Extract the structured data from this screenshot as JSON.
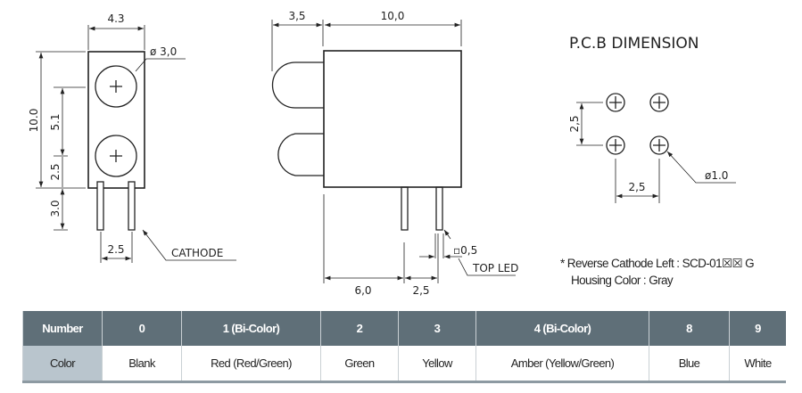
{
  "front_view": {
    "width": "4.3",
    "diameter": "ø 3,0",
    "height": "10.0",
    "pitch_vertical": "5.1",
    "offset": "2.5",
    "pin_length": "3.0",
    "pin_pitch": "2.5",
    "cathode_label": "CATHODE"
  },
  "side_view": {
    "lens_depth": "3,5",
    "body_depth": "10,0",
    "pin_offset": "6,0",
    "pin_pitch": "2,5",
    "pin_size": "▫0,5",
    "top_led_label": "TOP  LED"
  },
  "pcb": {
    "title": "P.C.B DIMENSION",
    "vertical_pitch": "2,5",
    "horizontal_pitch": "2,5",
    "hole_diameter": "ø1.0"
  },
  "notes": {
    "line1": "* Reverse Cathode Left : SCD-01☒☒ G",
    "line2": "Housing Color : Gray"
  },
  "table": {
    "row1_label": "Number",
    "row2_label": "Color",
    "columns": [
      {
        "number": "0",
        "color": "Blank"
      },
      {
        "number": "1 (Bi-Color)",
        "color": "Red (Red/Green)"
      },
      {
        "number": "2",
        "color": "Green"
      },
      {
        "number": "3",
        "color": "Yellow"
      },
      {
        "number": "4 (Bi-Color)",
        "color": "Amber (Yellow/Green)"
      },
      {
        "number": "8",
        "color": "Blue"
      },
      {
        "number": "9",
        "color": "White"
      }
    ]
  }
}
